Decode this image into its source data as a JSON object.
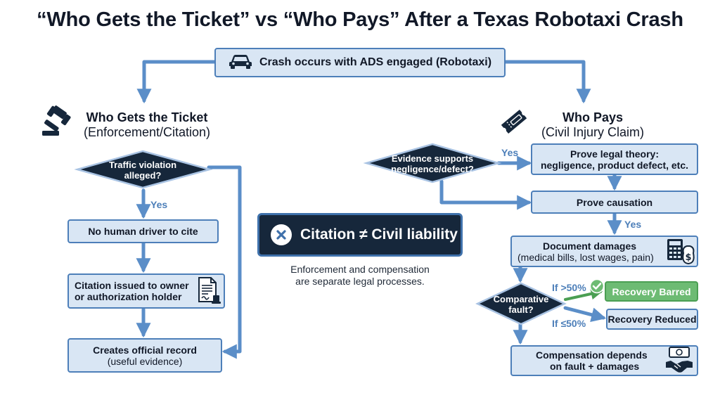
{
  "title": "“Who Gets the Ticket” vs “Who Pays” After a Texas Robotaxi Crash",
  "top_node": {
    "label": "Crash occurs with ADS engaged (Robotaxi)",
    "icon": "car-icon"
  },
  "left": {
    "heading_line1": "Who Gets the Ticket",
    "heading_line2": "(Enforcement/Citation)",
    "icon": "gavel-icon",
    "decision": {
      "line1": "Traffic violation",
      "line2": "alleged?"
    },
    "yes_label": "Yes",
    "step1": "No human driver to cite",
    "step2": {
      "line1": "Citation issued to owner",
      "line2": "or authorization holder",
      "icon": "document-icon"
    },
    "step3": {
      "line1": "Creates official record",
      "line2": "(useful evidence)"
    }
  },
  "right": {
    "heading_line1": "Who Pays",
    "heading_line2": "(Civil Injury Claim)",
    "icon": "ticket-icon",
    "decision1": {
      "line1": "Evidence supports",
      "line2": "negligence/defect?"
    },
    "yes_label_1": "Yes",
    "step1": {
      "line1": "Prove legal theory:",
      "line2": "negligence, product defect, etc."
    },
    "step2": "Prove causation",
    "yes_label_2": "Yes",
    "step3": {
      "line1": "Document damages",
      "line2": "(medical bills, lost wages, pain)",
      "icon": "calculator-money-icon"
    },
    "decision2": {
      "line1": "Comparative",
      "line2": "fault?"
    },
    "branch_high": {
      "condition": "If >50%",
      "result": "Recovery Barred"
    },
    "branch_low": {
      "condition": "If ≤50%",
      "result": "Recovery Reduced"
    },
    "step4": {
      "line1": "Compensation depends",
      "line2": "on fault + damages",
      "icon": "cash-handshake-icon"
    }
  },
  "center": {
    "callout": "Citation ≠ Civil liability",
    "note_line1": "Enforcement and compensation",
    "note_line2": "are separate legal processes."
  },
  "colors": {
    "box_fill": "#d9e6f4",
    "box_border": "#4d7fb9",
    "arrow": "#5b8ec8",
    "diamond": "#16273b",
    "green": "#6dbb73",
    "callout_bg": "#16273b"
  }
}
